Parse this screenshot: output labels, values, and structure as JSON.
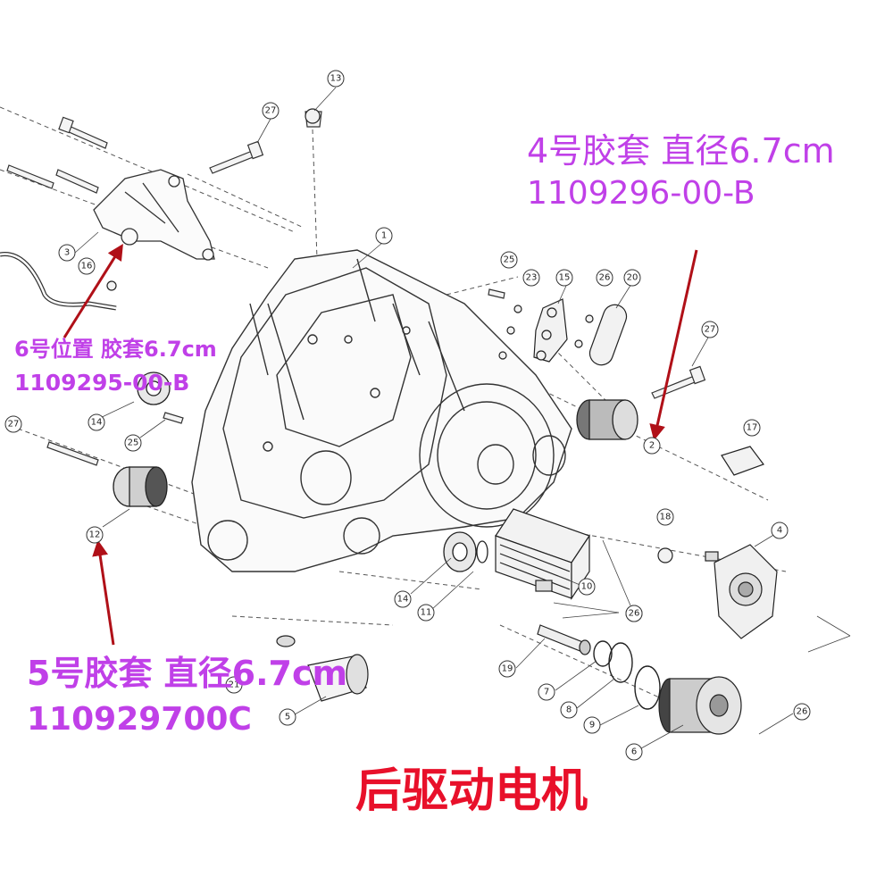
{
  "title": "后驱动电机",
  "annotations": {
    "pos4": {
      "line1": "4号胶套 直径6.7cm",
      "line2": "1109296-00-B"
    },
    "pos6": {
      "line1": "6号位置 胶套6.7cm",
      "line2": "1109295-00-B"
    },
    "pos5": {
      "line1": "5号胶套 直径6.7cm",
      "line2": "110929700C"
    }
  },
  "callouts": [
    "13",
    "27",
    "3",
    "16",
    "1",
    "25",
    "23",
    "15",
    "26",
    "20",
    "27",
    "2",
    "17",
    "14",
    "25",
    "27",
    "12",
    "18",
    "4",
    "10",
    "14",
    "11",
    "26",
    "26",
    "19",
    "7",
    "8",
    "9",
    "6",
    "5",
    "26",
    "21"
  ],
  "colors": {
    "annotation": "#c040e8",
    "title": "#e8102a",
    "arrow": "#b01018"
  }
}
